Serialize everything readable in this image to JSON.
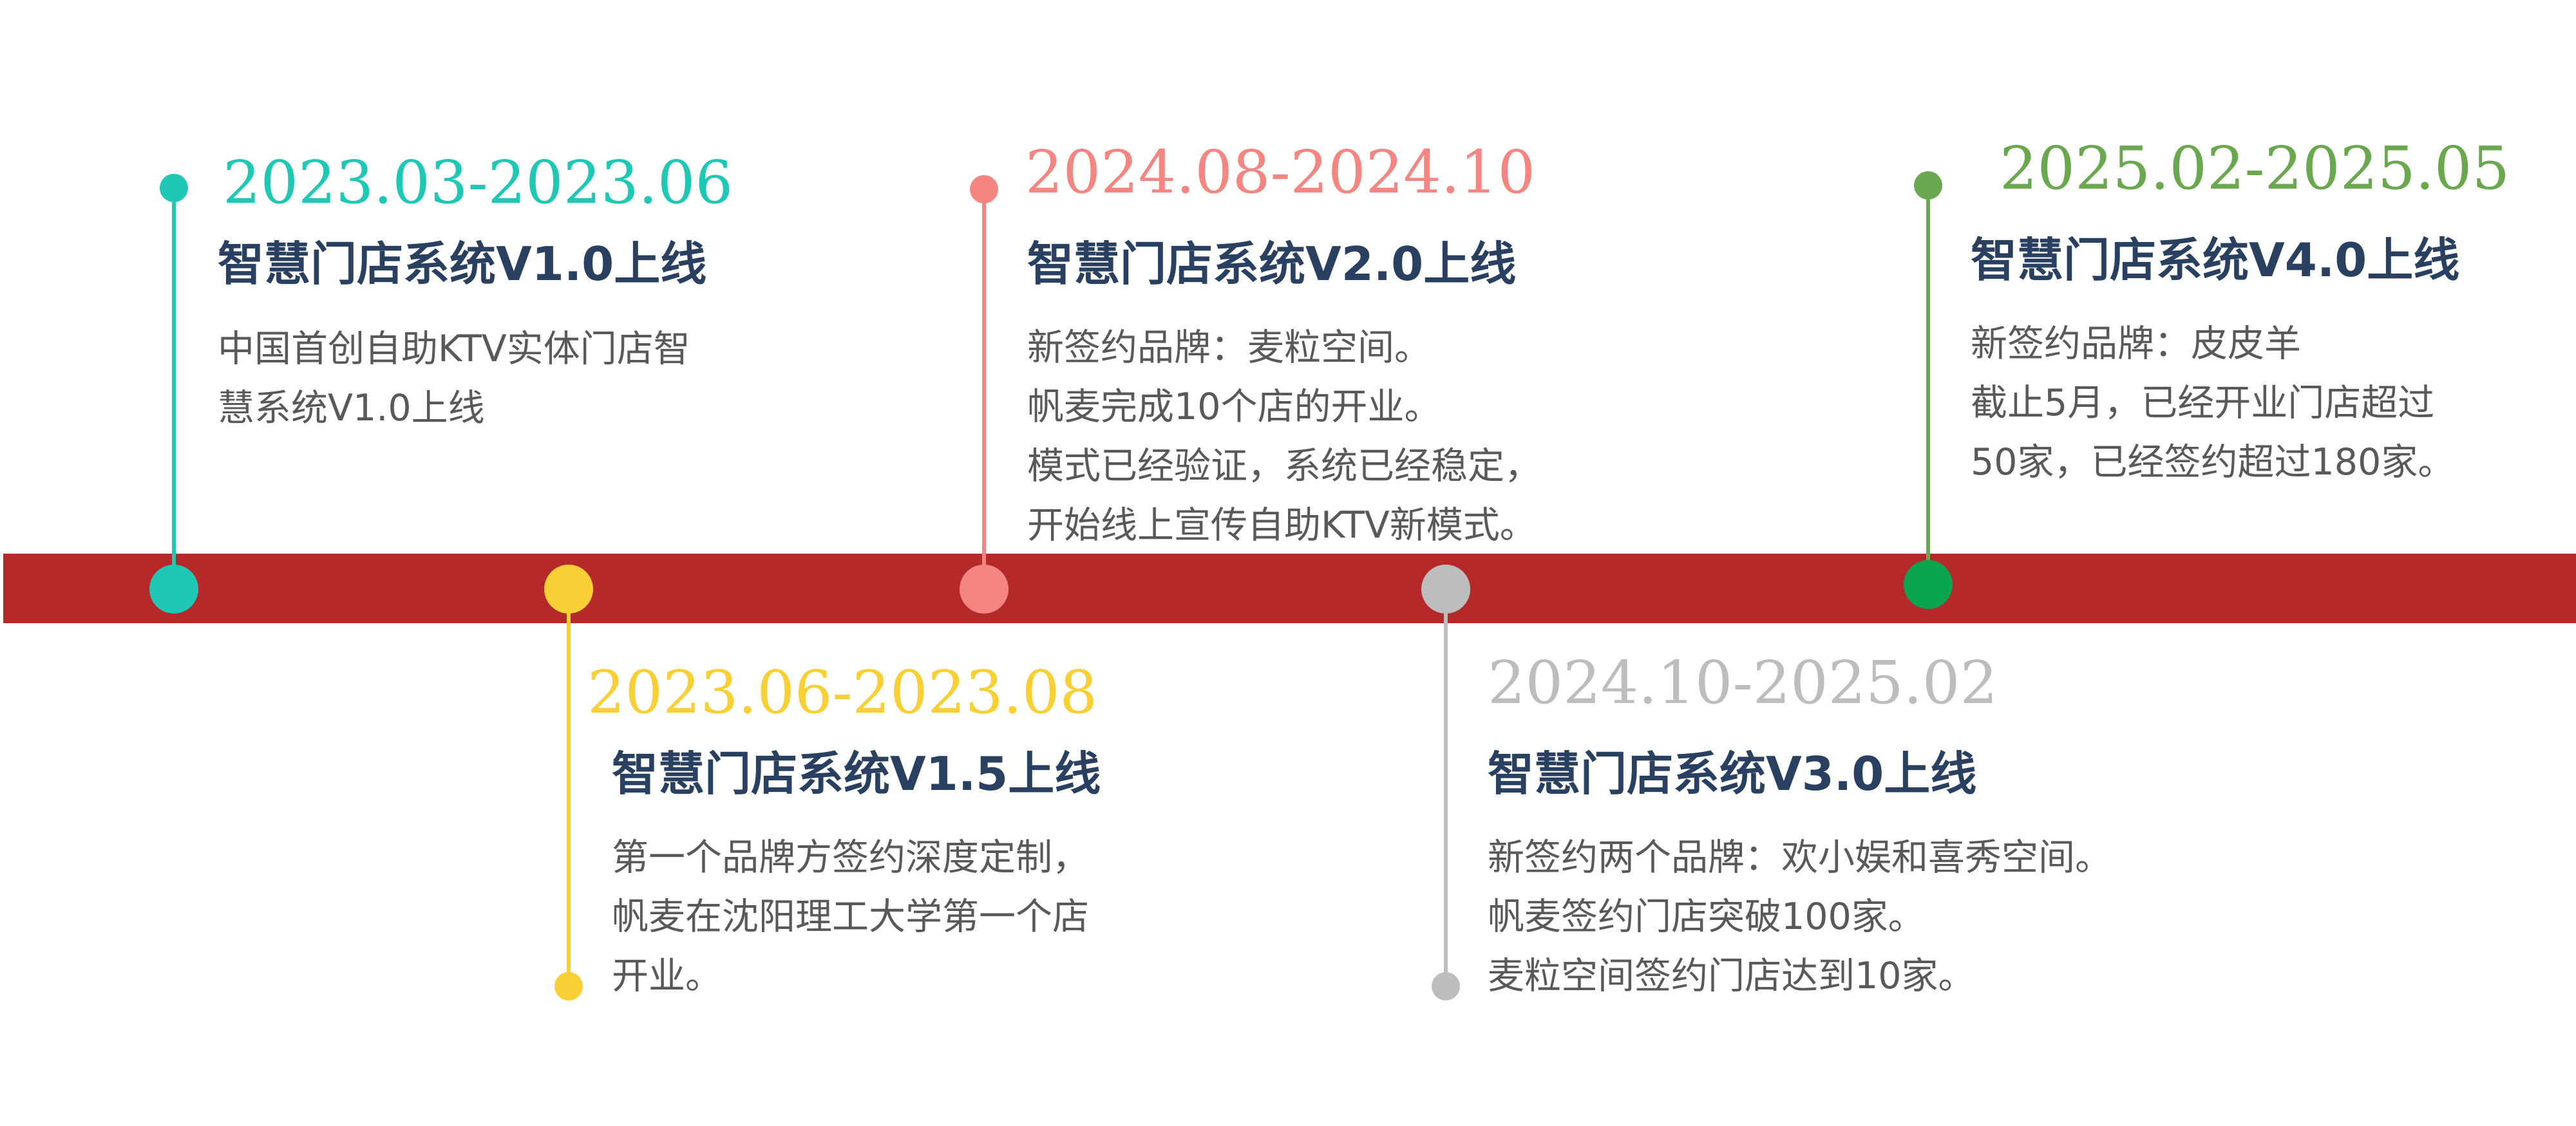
{
  "colors": {
    "band": "#b5292a",
    "title": "#2a4060",
    "text": "#595959"
  },
  "milestones": [
    {
      "date": "2023.03-2023.06",
      "title": "智慧门店系统V1.0上线",
      "lines": [
        "中国首创自助KTV实体门店智",
        "慧系统V1.0上线"
      ],
      "color": "#1ec8b4",
      "dot_color": "#1ec8b4"
    },
    {
      "date": "2023.06-2023.08",
      "title": "智慧门店系统V1.5上线",
      "lines": [
        "第一个品牌方签约深度定制，",
        "帆麦在沈阳理工大学第一个店",
        "开业。"
      ],
      "color": "#f8cf35",
      "dot_color": "#f8cf35"
    },
    {
      "date": "2024.08-2024.10",
      "title": "智慧门店系统V2.0上线",
      "lines": [
        "新签约品牌：麦粒空间。",
        "帆麦完成10个店的开业。",
        "模式已经验证，系统已经稳定，",
        "开始线上宣传自助KTV新模式。"
      ],
      "color": "#f58581",
      "dot_color": "#f58581"
    },
    {
      "date": "2024.10-2025.02",
      "title": "智慧门店系统V3.0上线",
      "lines": [
        "新签约两个品牌：欢小娱和喜秀空间。",
        "帆麦签约门店突破100家。",
        "麦粒空间签约门店达到10家。"
      ],
      "color": "#bdbdbd",
      "dot_color": "#bdbdbd"
    },
    {
      "date": "2025.02-2025.05",
      "title": "智慧门店系统V4.0上线",
      "lines": [
        "新签约品牌：皮皮羊",
        "截止5月，已经开业门店超过",
        "50家，已经签约超过180家。"
      ],
      "color": "#6aa84f",
      "dot_color": "#0aa34f"
    }
  ]
}
